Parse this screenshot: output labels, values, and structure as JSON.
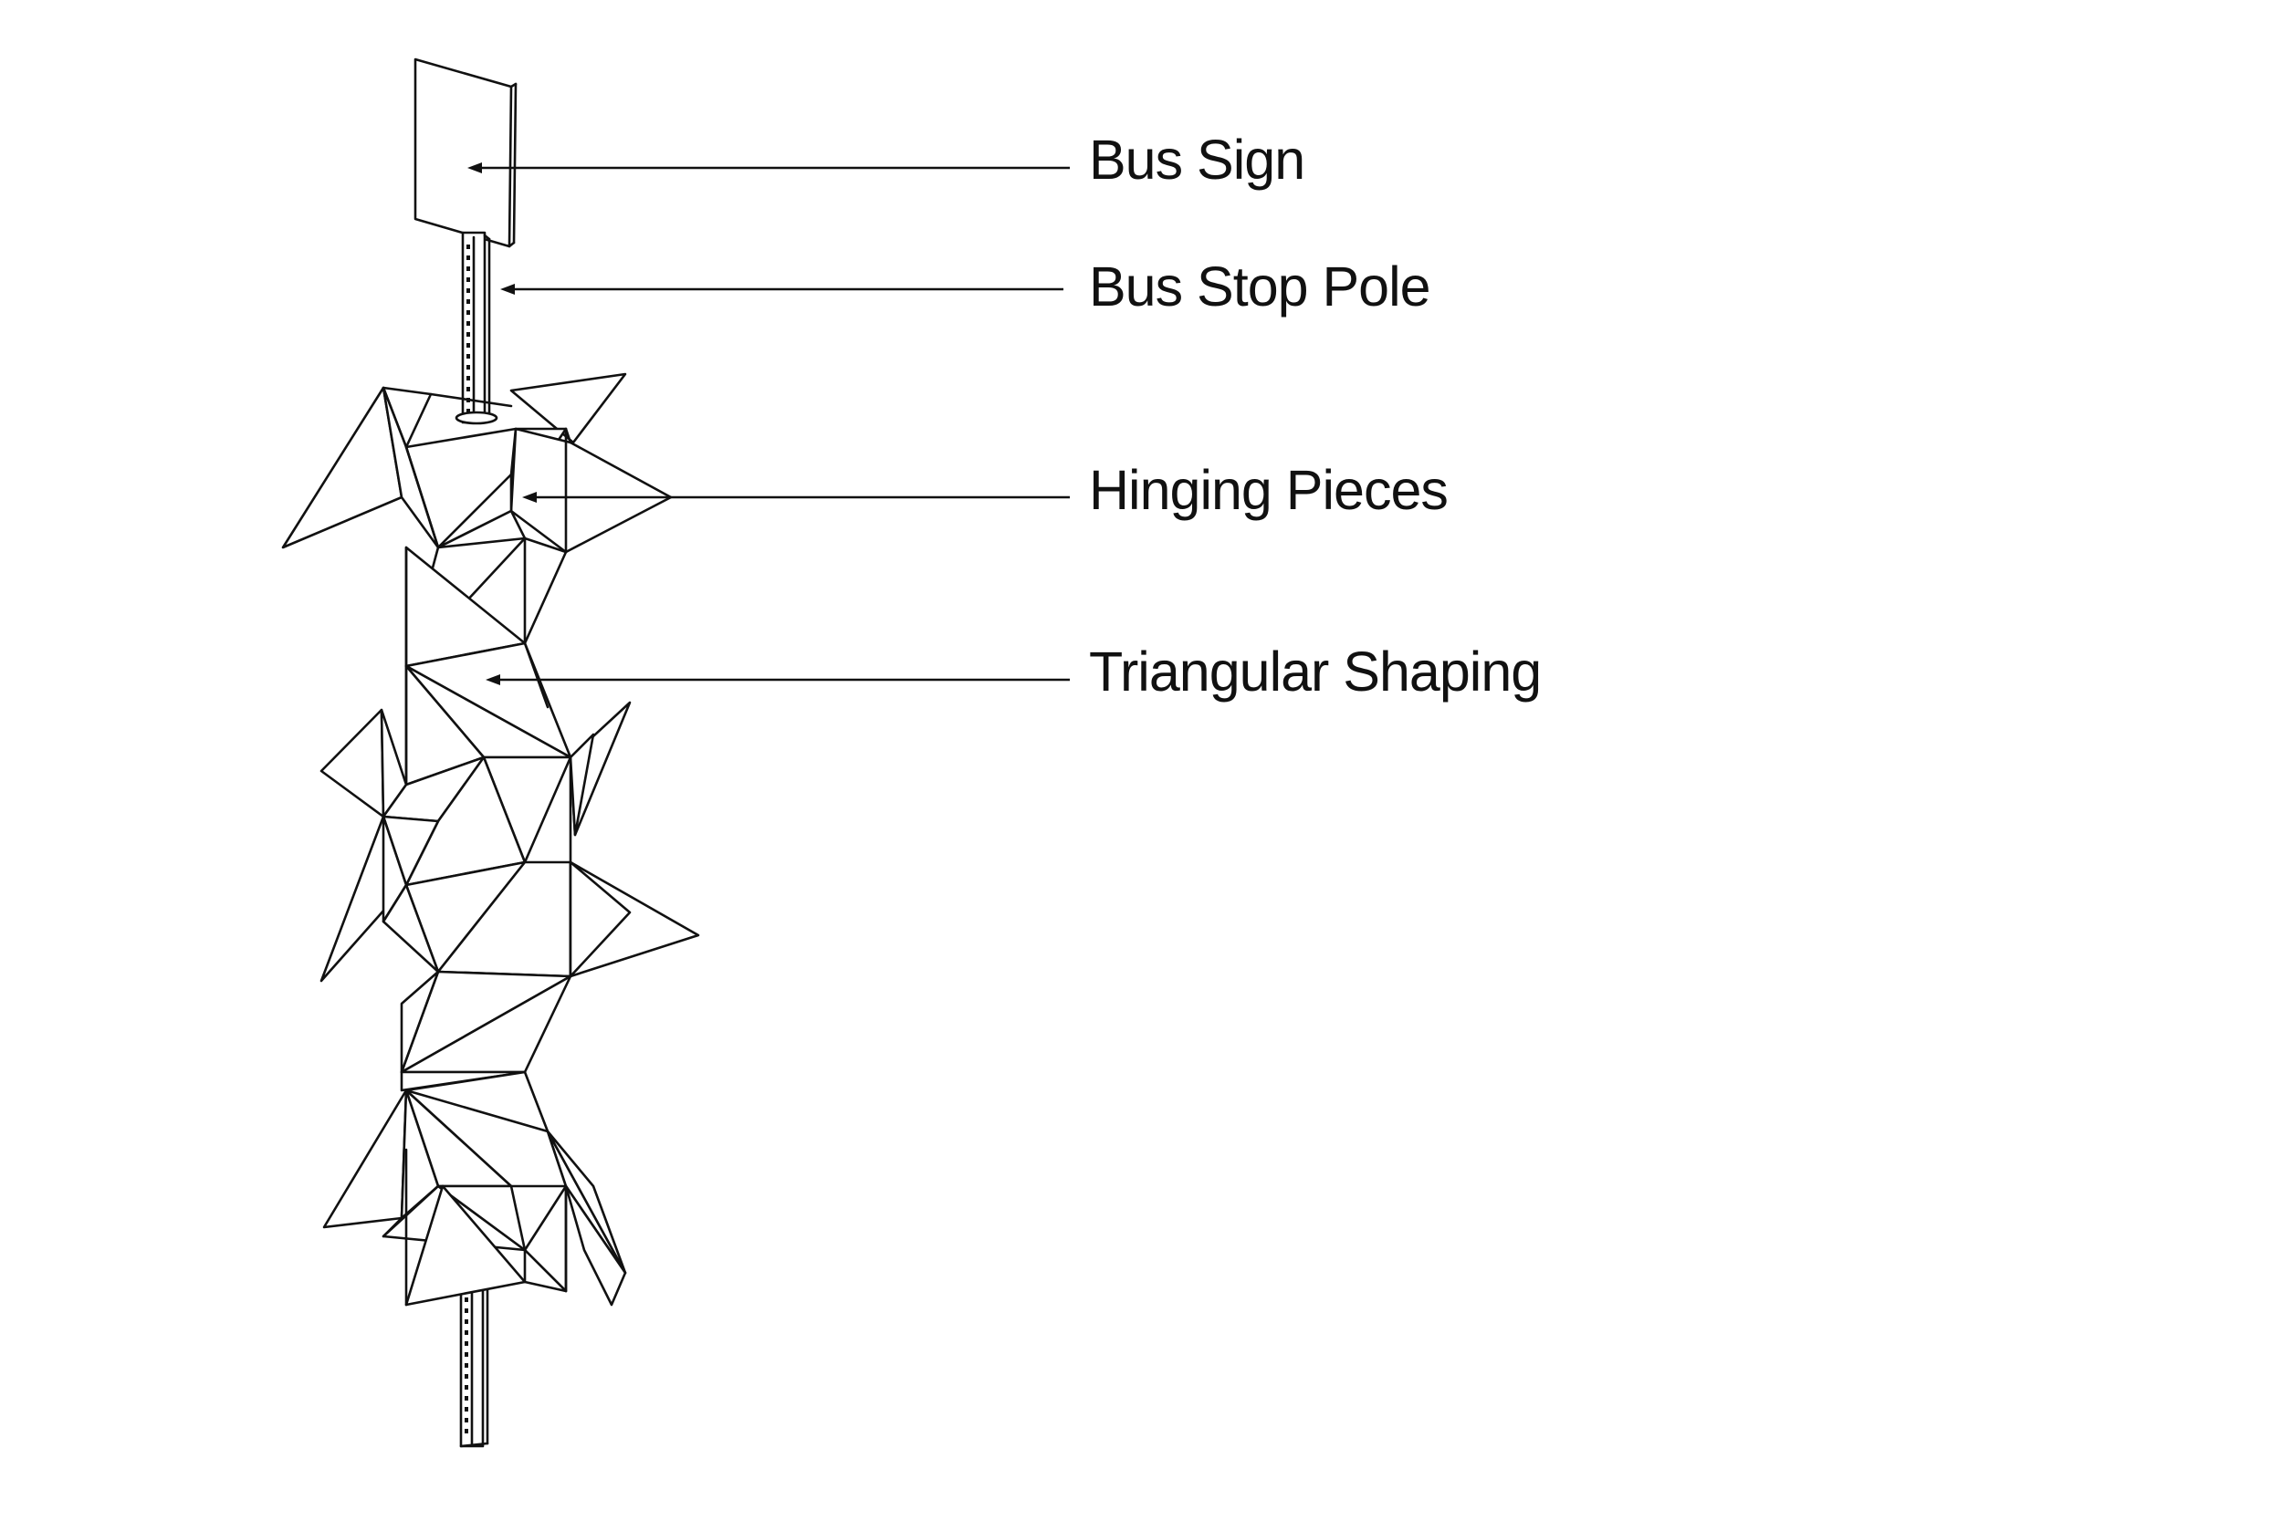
{
  "labels": {
    "bus_sign": "Bus Sign",
    "bus_stop_pole": "Bus Stop Pole",
    "hinging_pieces": "Hinging Pieces",
    "triangular_shaping": "Triangular Shaping"
  },
  "colors": {
    "line": "#111111",
    "background": "#ffffff"
  }
}
